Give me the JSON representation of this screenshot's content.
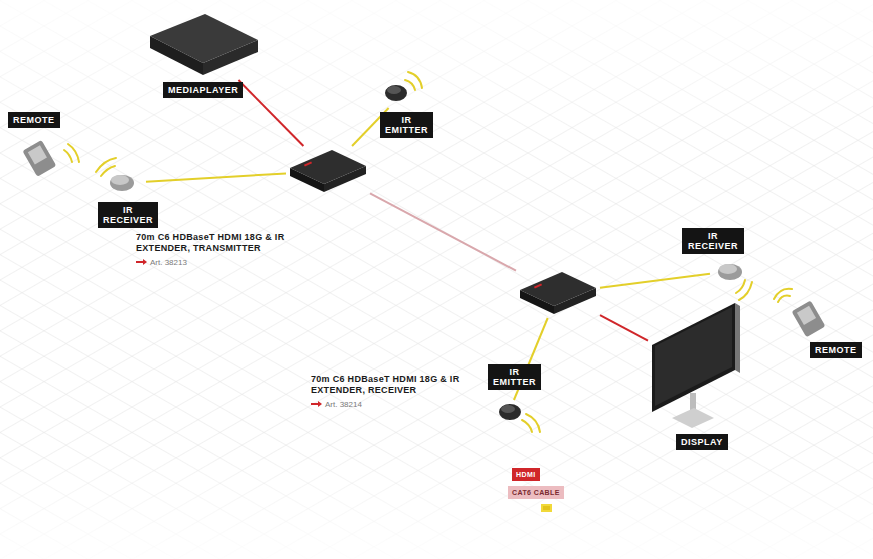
{
  "diagram": {
    "nodes": [
      {
        "text": [
          "MEDIAPLAYER"
        ]
      },
      {
        "text": [
          "REMOTE"
        ]
      },
      {
        "text": [
          "IR EMITTER"
        ]
      },
      {
        "text": [
          "IR RECEIVER"
        ]
      },
      {
        "text": [
          "70m C6 HDBaseT HDMI 18G & IR EXTENDER, TRANSMITTER",
          "Art. 38213"
        ]
      },
      {
        "text": [
          "70m C6 HDBaseT HDMI 18G & IR EXTENDER, RECEIVER",
          "Art. 38214"
        ]
      },
      {
        "text": [
          "IR RECEIVER"
        ]
      },
      {
        "text": [
          "REMOTE"
        ]
      },
      {
        "text": [
          "IR EMITTER"
        ]
      },
      {
        "text": [
          "DISPLAY"
        ]
      }
    ],
    "edges": [
      {
        "from": 0,
        "to": 4,
        "arrow": "none"
      },
      {
        "from": 4,
        "to": 2,
        "arrow": "none"
      },
      {
        "from": 3,
        "to": 4,
        "arrow": "none"
      },
      {
        "from": 4,
        "to": 5,
        "arrow": "none"
      },
      {
        "from": 5,
        "to": 9,
        "arrow": "none"
      },
      {
        "from": 5,
        "to": 6,
        "arrow": "none"
      },
      {
        "from": 5,
        "to": 8,
        "arrow": "none"
      }
    ],
    "legend": [
      {
        "text": "HDMI",
        "color": "#d0262a"
      },
      {
        "text": "CAT6 CABLE",
        "color": "#ecbcc0"
      }
    ]
  }
}
